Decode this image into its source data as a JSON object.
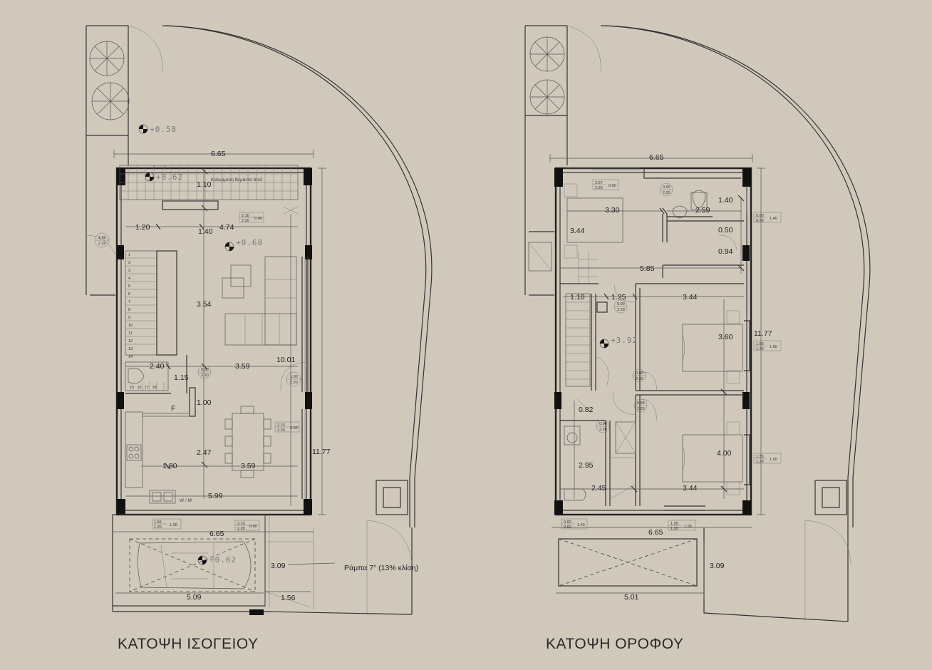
{
  "ground": {
    "title": "ΚΑΤΟΨΗ ΙΣΟΓΕΙΟΥ",
    "veranda_label": "Καλυμμένη Βεράντα 6m2",
    "ramp_label": "Ράμπα 7° (13% κλίση)",
    "levels": {
      "yard": "+0.58",
      "veranda": "+0.62",
      "living": "+0.68",
      "parking": "+0.62"
    },
    "dims": {
      "width_top": "6.65",
      "veranda_depth": "1.10",
      "left_120": "1.20",
      "d140": "1.40",
      "d474": "4.74",
      "d354": "3.54",
      "d1001": "10.01",
      "d240": "2.40",
      "d115": "1.15",
      "d359a": "3.59",
      "d100": "1.00",
      "d247": "2.47",
      "d180": "1.80",
      "d359b": "3.59",
      "d599": "5.99",
      "d1177": "11.77",
      "d665b": "6.65",
      "d309": "3.09",
      "d509": "5.09",
      "d156": "1.56"
    },
    "tags": {
      "door_a": [
        "2.10",
        "2.20",
        "0.00"
      ],
      "door_b": [
        "1.00",
        "2.20"
      ],
      "door_c": [
        "0.90",
        "2.20"
      ],
      "door_d": [
        "1.00",
        "2.20"
      ],
      "win_a": [
        "2.10",
        "2.20",
        "0.00"
      ],
      "win_b": [
        "1.56",
        "1.20",
        "1.00"
      ],
      "win_c": [
        "2.10",
        "2.20",
        "0.00"
      ]
    },
    "fridge": "F",
    "wm": "W / M",
    "stairs": [
      "1",
      "2",
      "3",
      "4",
      "5",
      "6",
      "7",
      "8",
      "9",
      "10",
      "11",
      "12",
      "13",
      "14",
      "15",
      "16",
      "17",
      "18"
    ]
  },
  "upper": {
    "title": "ΚΑΤΟΨΗ ΟΡΟΦΟΥ",
    "level": "+3.92",
    "dims": {
      "width_top": "6.65",
      "d330": "3.30",
      "d259": "2.59",
      "d140": "1.40",
      "d344a": "3.44",
      "d050": "0.50",
      "d094": "0.94",
      "d585": "5.85",
      "d110": "1.10",
      "d125": "1.25",
      "d344b": "3.44",
      "d360": "3.60",
      "d1177": "11.77",
      "d082": "0.82",
      "d295": "2.95",
      "d400": "4.00",
      "d245": "2.45",
      "d344c": "3.44",
      "d665b": "6.65",
      "d501": "5.01",
      "d309": "3.09"
    },
    "tags": {
      "win_a": [
        "2.67",
        "2.20",
        "0.00"
      ],
      "door_a": [
        "0.90",
        "2.20"
      ],
      "win_b": [
        "0.60",
        "0.60",
        "1.40"
      ],
      "door_b": [
        "0.90",
        "2.20"
      ],
      "win_c": [
        "1.55",
        "1.20",
        "1.00"
      ],
      "door_c": [
        "0.90",
        "2.20"
      ],
      "door_d": [
        "0.90",
        "2.20"
      ],
      "door_e": [
        "0.90",
        "2.20"
      ],
      "win_d": [
        "1.55",
        "1.20",
        "1.00"
      ],
      "win_e": [
        "0.60",
        "0.60",
        "1.40"
      ],
      "win_f": [
        "1.55",
        "1.20",
        "1.00"
      ]
    }
  }
}
